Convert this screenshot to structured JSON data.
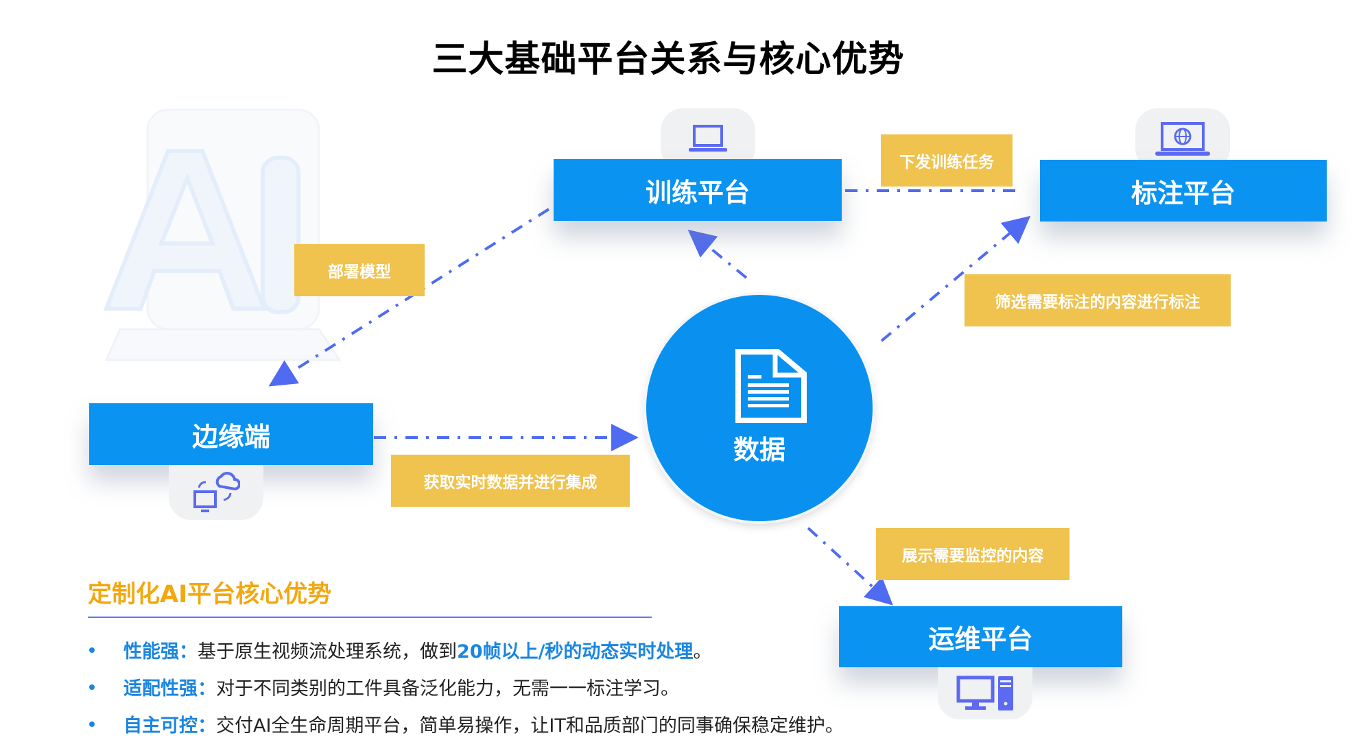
{
  "title": "三大基础平台关系与核心优势",
  "nodes": {
    "training": {
      "label": "训练平台",
      "icon": "laptop-icon"
    },
    "annotation": {
      "label": "标注平台",
      "icon": "laptop-globe-icon"
    },
    "edge": {
      "label": "边缘端",
      "icon": "monitor-cloud-sync-icon"
    },
    "ops": {
      "label": "运维平台",
      "icon": "desktop-computer-icon"
    },
    "data": {
      "label": "数据",
      "icon": "document-icon"
    }
  },
  "flows": [
    {
      "from": "annotation",
      "to": "training",
      "label": "下发训练任务"
    },
    {
      "from": "data",
      "to": "annotation",
      "label": "筛选需要标注的内容进行标注"
    },
    {
      "from": "data",
      "to": "training",
      "label": ""
    },
    {
      "from": "training",
      "to": "edge",
      "label": "部署模型"
    },
    {
      "from": "edge",
      "to": "data",
      "label": "获取实时数据并进行集成"
    },
    {
      "from": "data",
      "to": "ops",
      "label": "展示需要监控的内容"
    }
  ],
  "advantages": {
    "heading": "定制化AI平台核心优势",
    "items": [
      {
        "key": "性能强：",
        "text": "基于原生视频流处理系统，做到",
        "highlight": "20帧以上/秒的动态实时处理",
        "tail": "。"
      },
      {
        "key": "适配性强：",
        "text": "对于不同类别的工件具备泛化能力，无需一一标注学习。",
        "highlight": "",
        "tail": ""
      },
      {
        "key": "自主可控：",
        "text": "交付AI全生命周期平台，简单易操作，让IT和品质部门的同事确保稳定维护。",
        "highlight": "",
        "tail": ""
      }
    ]
  },
  "colors": {
    "node_blue": "#0A93F0",
    "tag_yellow": "#F0C24E",
    "arrow_blue": "#4F6BF2",
    "icon_blue": "#5B6AF0",
    "heading_orange": "#F2A80F",
    "key_blue": "#1B86E0"
  }
}
